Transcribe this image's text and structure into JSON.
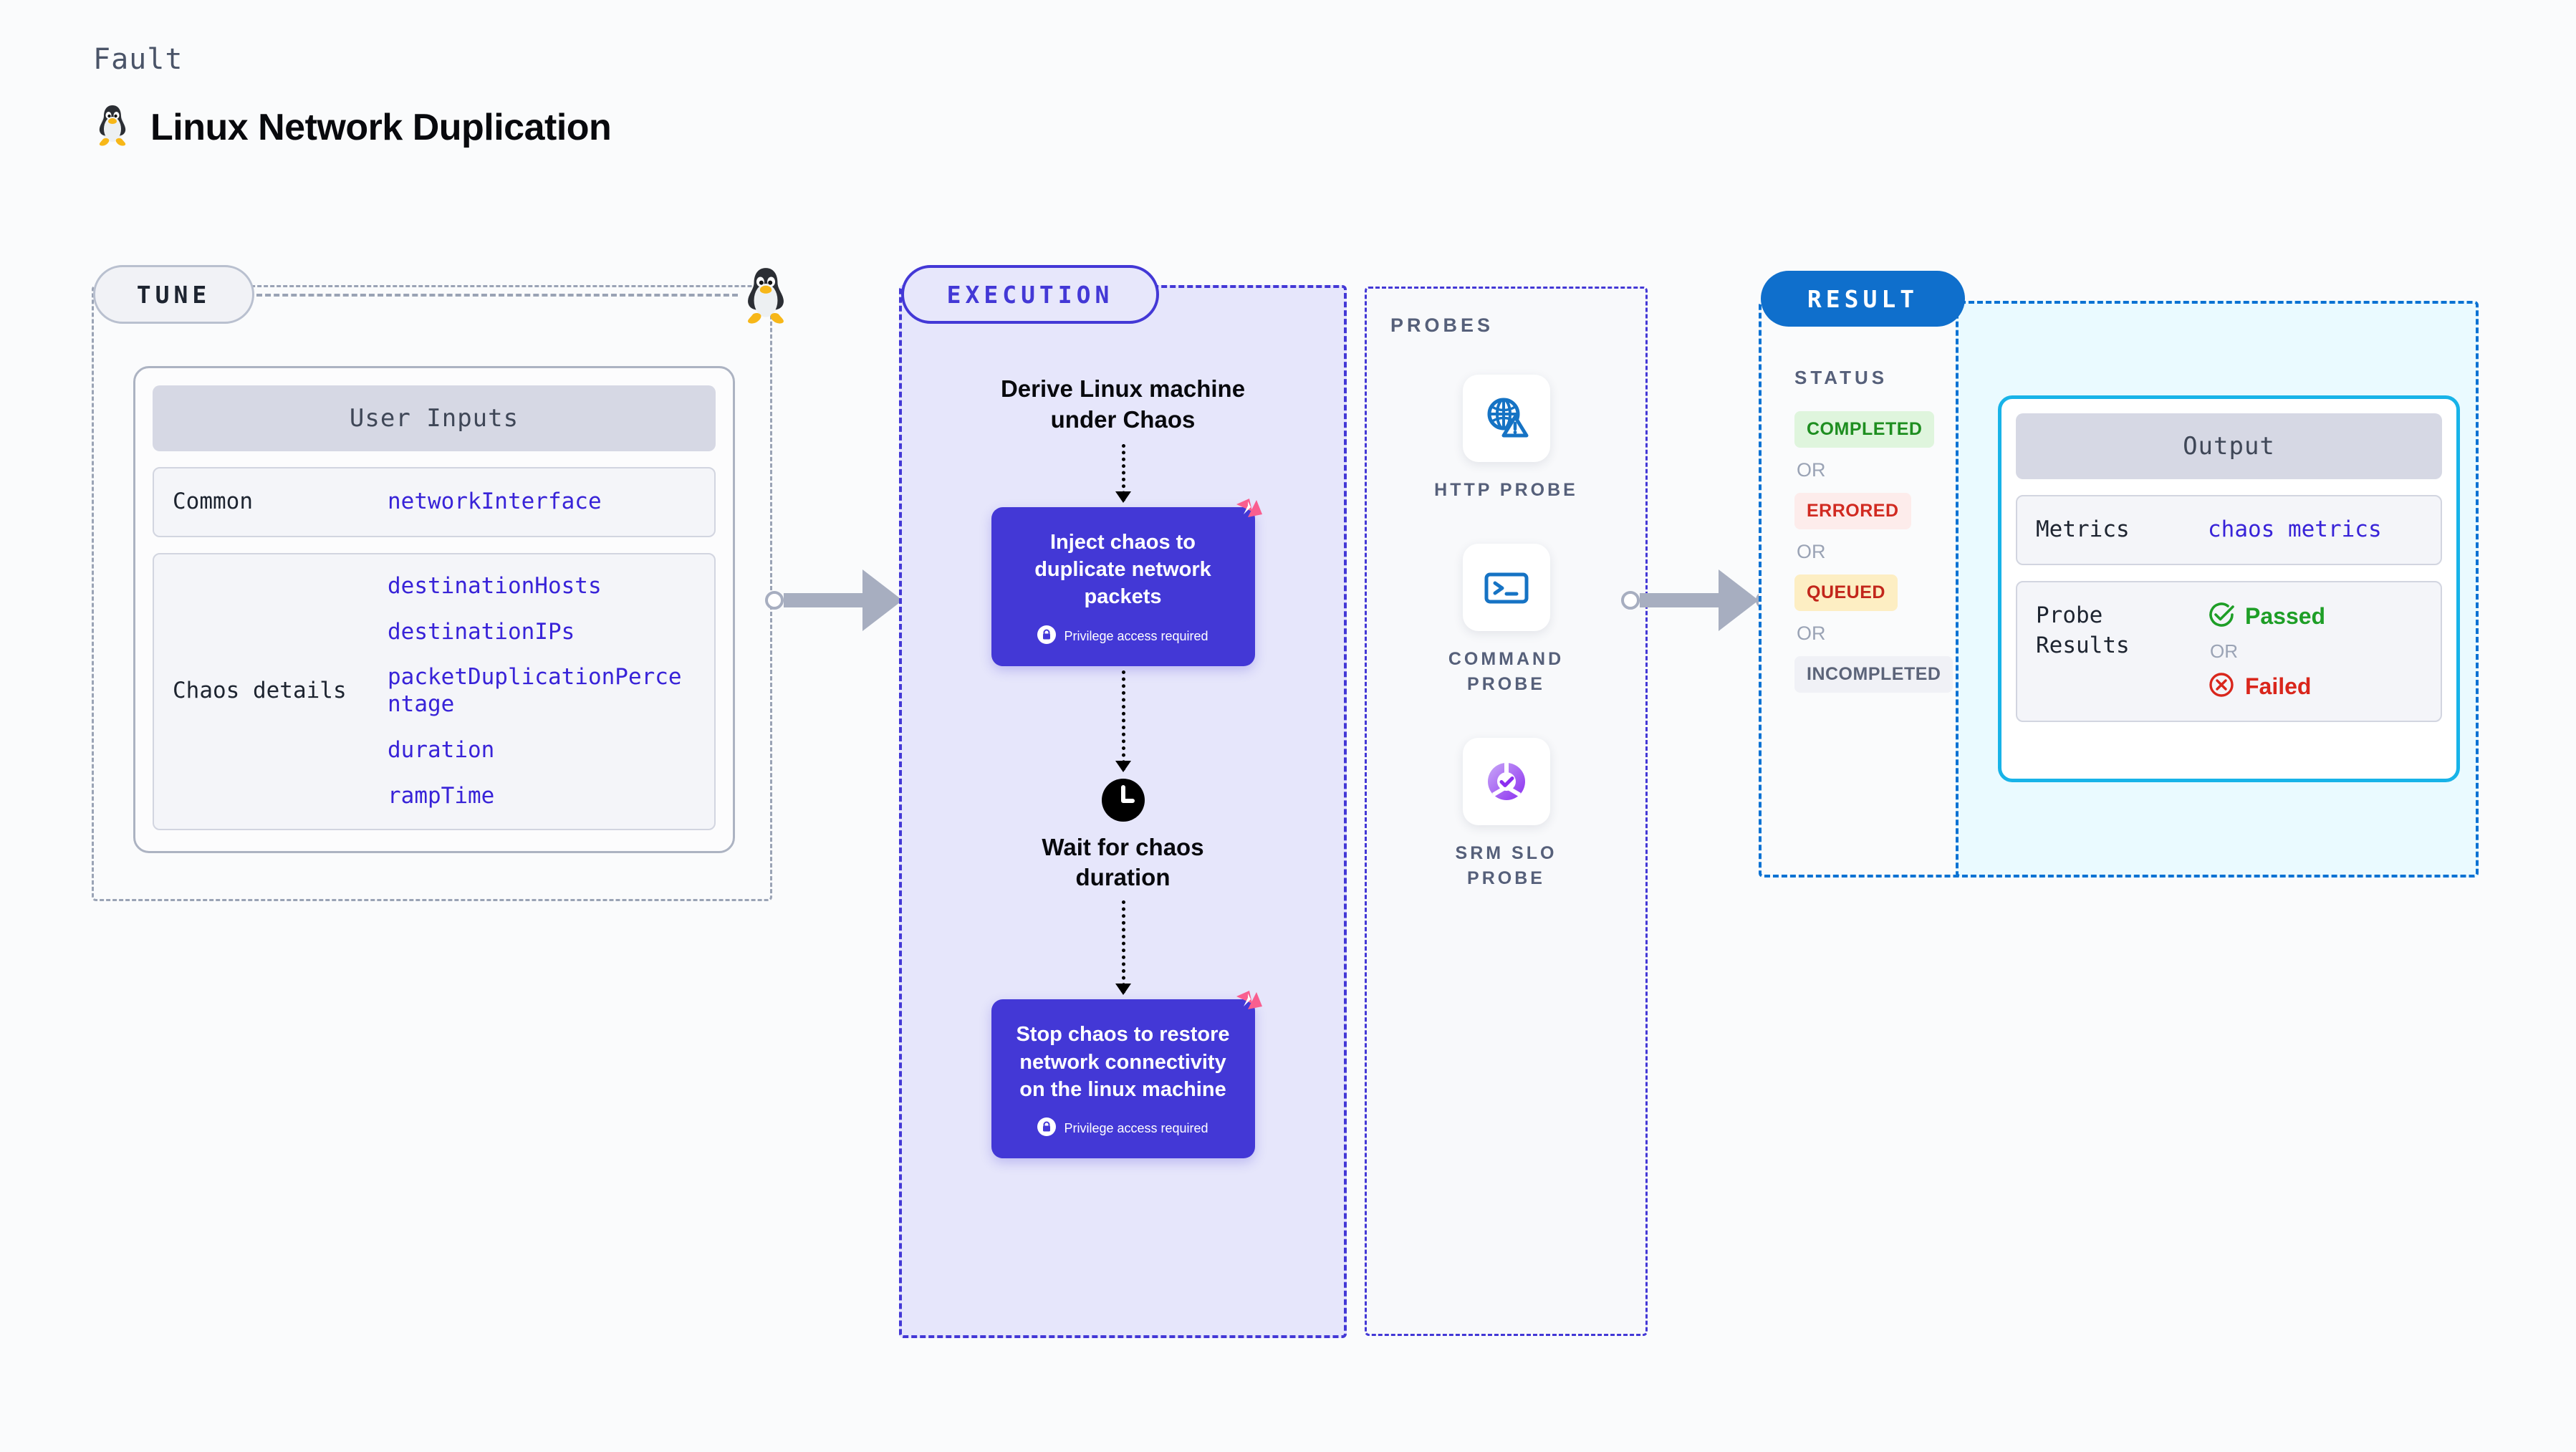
{
  "header": {
    "kicker": "Fault",
    "title": "Linux Network Duplication",
    "icon": "linux-tux-icon"
  },
  "tune": {
    "badge": "TUNE",
    "card_title": "User Inputs",
    "rows": [
      {
        "key": "Common",
        "values": [
          "networkInterface"
        ]
      },
      {
        "key": "Chaos details",
        "values": [
          "destinationHosts",
          "destinationIPs",
          "packetDuplicationPercentage",
          "duration",
          "rampTime"
        ]
      }
    ]
  },
  "execution": {
    "badge": "EXECUTION",
    "steps": [
      {
        "type": "text",
        "label": "Derive Linux machine under Chaos"
      },
      {
        "type": "chaos-box",
        "label": "Inject chaos to duplicate network packets",
        "note": "Privilege access required",
        "badge_icon": "harness-logo-icon",
        "lock_icon": "lock-icon"
      },
      {
        "type": "clock-text",
        "icon": "clock-icon",
        "label": "Wait for chaos duration"
      },
      {
        "type": "chaos-box",
        "label": "Stop chaos to restore network connectivity on the linux machine",
        "note": "Privilege access required",
        "badge_icon": "harness-logo-icon",
        "lock_icon": "lock-icon"
      }
    ]
  },
  "probes": {
    "label": "PROBES",
    "items": [
      {
        "name": "HTTP PROBE",
        "icon": "globe-warning-icon"
      },
      {
        "name": "COMMAND PROBE",
        "icon": "terminal-icon"
      },
      {
        "name": "SRM SLO PROBE",
        "icon": "slo-donut-check-icon"
      }
    ]
  },
  "result": {
    "badge": "RESULT",
    "status_label": "STATUS",
    "or_text": "OR",
    "statuses": [
      {
        "label": "COMPLETED",
        "color": "#1e8e20",
        "bg": "#dff5dd"
      },
      {
        "label": "ERRORED",
        "color": "#d12a21",
        "bg": "#fdeceb"
      },
      {
        "label": "QUEUED",
        "color": "#c2261b",
        "bg": "#fdeec3"
      },
      {
        "label": "INCOMPLETED",
        "color": "#5c6479",
        "bg": "#f0f1f6"
      }
    ]
  },
  "output": {
    "card_title": "Output",
    "rows": [
      {
        "key": "Metrics",
        "value": "chaos metrics"
      }
    ],
    "probe_results": {
      "key": "Probe Results",
      "passed": "Passed",
      "or_text": "OR",
      "failed": "Failed",
      "passed_icon": "check-circle-icon",
      "failed_icon": "x-circle-icon",
      "passed_color": "#1e9e27",
      "failed_color": "#d9261c"
    }
  },
  "colors": {
    "accent_purple": "#4338d6",
    "accent_blue": "#0f6fcc",
    "accent_cyan": "#18b3e8",
    "mono_blue": "#3823d8",
    "harness_pink": "#f95e8f"
  }
}
